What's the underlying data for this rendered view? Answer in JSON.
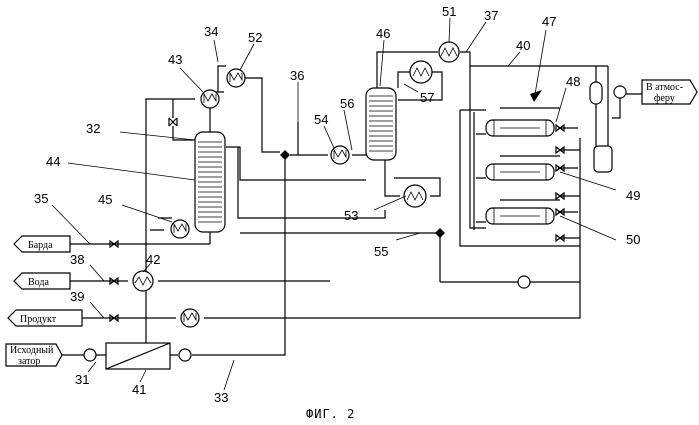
{
  "figure": {
    "caption": "ФИГ. 2"
  },
  "labels": {
    "barda": "Барда",
    "voda": "Вода",
    "produkt": "Продукт",
    "ishodny_line1": "Исходный",
    "ishodny_line2": "затор",
    "atmos_line1": "В атмос-",
    "atmos_line2": "феру"
  },
  "reference_numbers": {
    "n31": "31",
    "n32": "32",
    "n33": "33",
    "n34": "34",
    "n35": "35",
    "n36": "36",
    "n37": "37",
    "n38": "38",
    "n39": "39",
    "n40": "40",
    "n41": "41",
    "n42": "42",
    "n43": "43",
    "n44": "44",
    "n45": "45",
    "n46": "46",
    "n47": "47",
    "n48": "48",
    "n49": "49",
    "n50": "50",
    "n51": "51",
    "n52": "52",
    "n53": "53",
    "n54": "54",
    "n55": "55",
    "n56": "56",
    "n57": "57"
  }
}
